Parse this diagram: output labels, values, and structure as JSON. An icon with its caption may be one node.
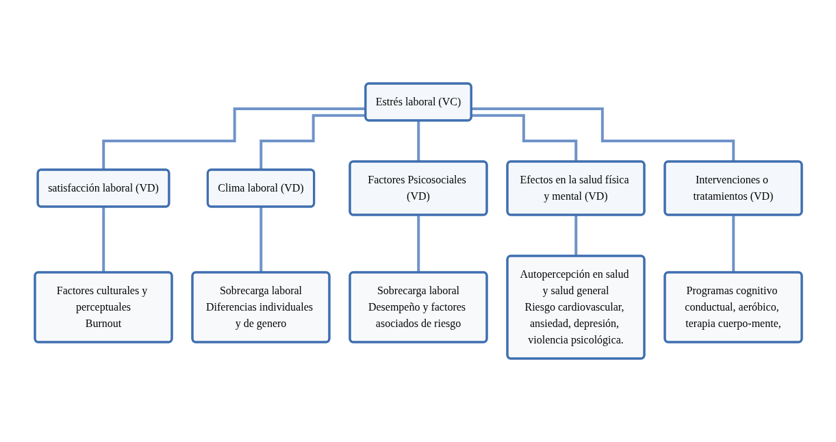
{
  "diagram": {
    "nodes": [
      {
        "text": [
          "Estrés laboral (VC)"
        ]
      },
      {
        "text": [
          "satisfacción laboral (VD)"
        ]
      },
      {
        "text": [
          "Clima laboral (VD)"
        ]
      },
      {
        "text": [
          "Factores Psicosociales (VD)"
        ]
      },
      {
        "text": [
          "Efectos en la salud física y mental (VD)"
        ]
      },
      {
        "text": [
          "Intervenciones o tratamientos (VD)"
        ]
      },
      {
        "text": [
          "Factores culturales y perceptuales",
          "Burnout"
        ]
      },
      {
        "text": [
          "Sobrecarga laboral",
          "Diferencias individuales y de genero"
        ]
      },
      {
        "text": [
          "Sobrecarga laboral",
          "Desempeño y factores asociados de riesgo"
        ]
      },
      {
        "text": [
          "Autopercepción en salud y salud general",
          "Riesgo cardiovascular, ansiedad, depresión, violencia psicológica."
        ]
      },
      {
        "text": [
          "Programas cognitivo conductual, aeróbico, terapia cuerpo-mente,"
        ]
      }
    ],
    "edges": [
      {
        "from": 0,
        "to": 1,
        "arrow": "none"
      },
      {
        "from": 0,
        "to": 2,
        "arrow": "none"
      },
      {
        "from": 0,
        "to": 3,
        "arrow": "none"
      },
      {
        "from": 0,
        "to": 4,
        "arrow": "none"
      },
      {
        "from": 0,
        "to": 5,
        "arrow": "none"
      },
      {
        "from": 1,
        "to": 6,
        "arrow": "none"
      },
      {
        "from": 2,
        "to": 7,
        "arrow": "none"
      },
      {
        "from": 3,
        "to": 8,
        "arrow": "none"
      },
      {
        "from": 4,
        "to": 9,
        "arrow": "none"
      },
      {
        "from": 5,
        "to": 10,
        "arrow": "none"
      }
    ]
  }
}
